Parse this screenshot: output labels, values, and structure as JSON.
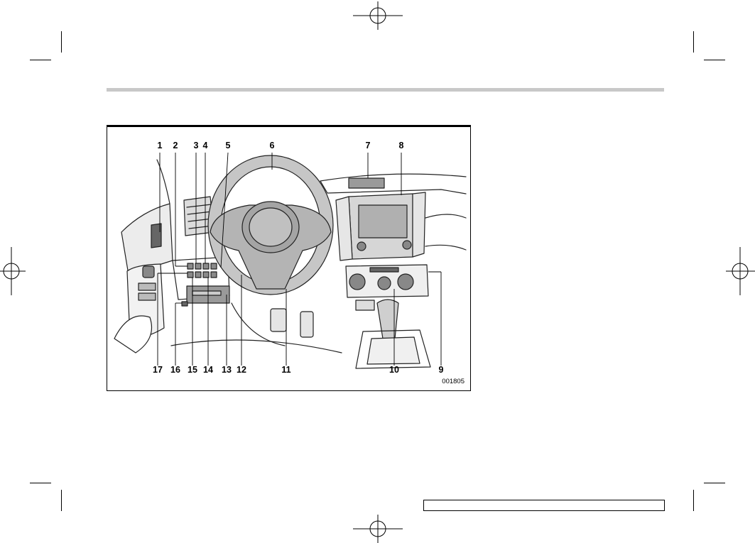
{
  "figure": {
    "code": "001805",
    "callouts_top": [
      "1",
      "2",
      "3",
      "4",
      "5",
      "6",
      "7",
      "8"
    ],
    "callouts_bottom": [
      "17",
      "16",
      "15",
      "14",
      "13",
      "12",
      "11",
      "10",
      "9"
    ]
  },
  "footer": {
    "page_label": ""
  }
}
